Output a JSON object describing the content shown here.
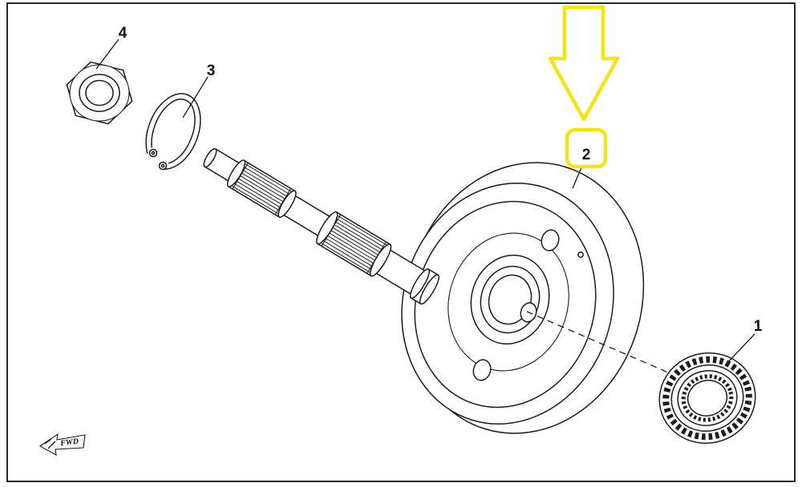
{
  "diagram": {
    "background": "#ffffff",
    "line_color": "#1c1c1c",
    "highlight_color": "#f3e50f",
    "callouts": {
      "part1": {
        "label": "1",
        "highlighted": false
      },
      "part2": {
        "label": "2",
        "highlighted": true
      },
      "part3": {
        "label": "3",
        "highlighted": false
      },
      "part4": {
        "label": "4",
        "highlighted": false
      }
    },
    "direction_indicator": {
      "label": "FWD"
    }
  }
}
